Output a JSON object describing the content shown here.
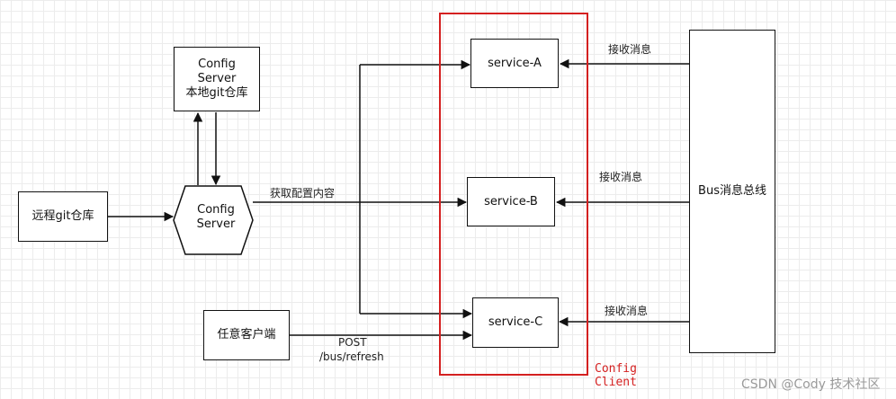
{
  "nodes": {
    "config_server_local": {
      "line1": "Config",
      "line2": "Server",
      "line3": "本地git仓库"
    },
    "config_server_hex": {
      "line1": "Config",
      "line2": "Server"
    },
    "remote_git": "远程git仓库",
    "any_client": "任意客户端",
    "service_a": "service-A",
    "service_b": "service-B",
    "service_c": "service-C",
    "bus": "Bus消息总线"
  },
  "edge_labels": {
    "fetch_config": "获取配置内容",
    "receive_a": "接收消息",
    "receive_b": "接收消息",
    "receive_c": "接收消息",
    "post_line1": "POST",
    "post_line2": "/bus/refresh"
  },
  "groups": {
    "config_client": "Config\nClient"
  },
  "watermark": "CSDN @Cody 技术社区",
  "colors": {
    "frame": "#d42020",
    "stroke": "#111111"
  }
}
